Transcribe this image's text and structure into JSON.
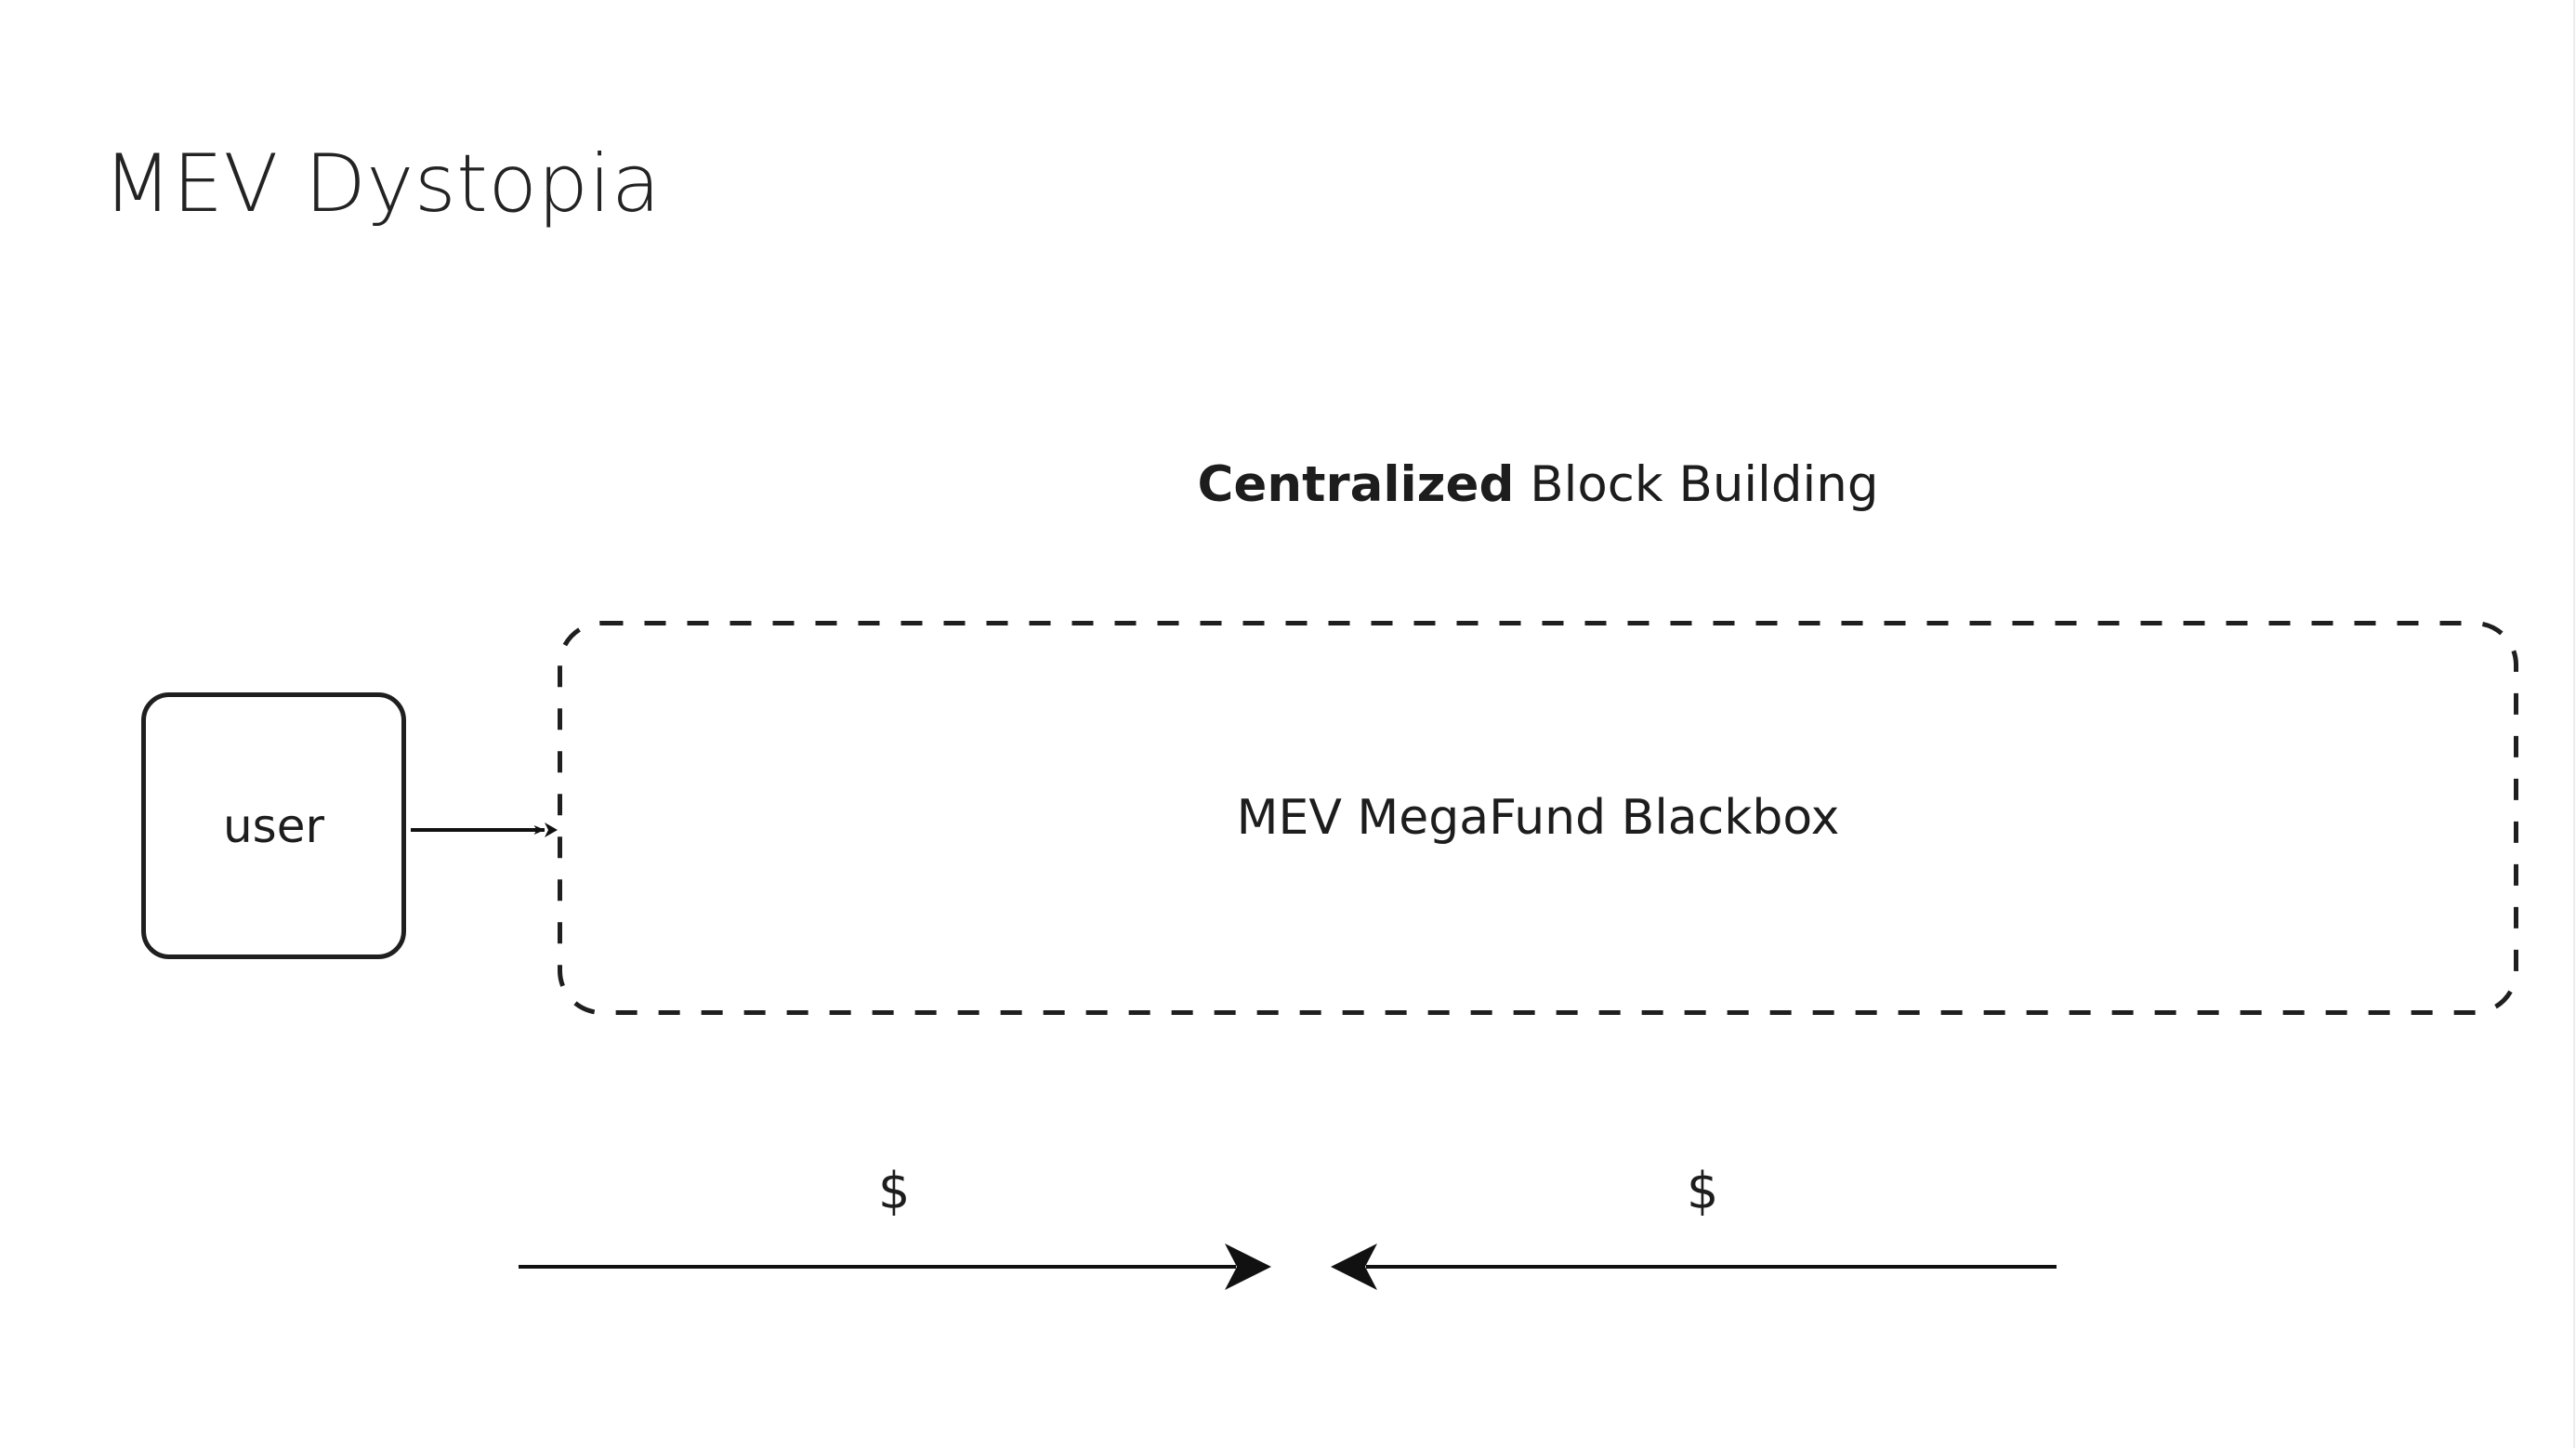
{
  "slide": {
    "title": "MEV Dystopia",
    "background_color": "#ffffff",
    "ink_color": "#1d1d1d"
  },
  "diagram": {
    "caption": {
      "emphasis": "Centralized",
      "rest": " Block Building"
    },
    "nodes": [
      {
        "id": "user",
        "label": "user",
        "shape": "rounded-rectangle",
        "border_style": "solid"
      },
      {
        "id": "blackbox",
        "label": "MEV MegaFund Blackbox",
        "shape": "rounded-rectangle",
        "border_style": "dashed"
      }
    ],
    "edges": [
      {
        "id": "user-to-blackbox",
        "from": "user",
        "to": "blackbox",
        "label": "",
        "direction": "right"
      },
      {
        "id": "value-out",
        "from": "user",
        "to": "blackbox",
        "label": "$",
        "direction": "right"
      },
      {
        "id": "value-back",
        "from": "blackbox",
        "to": "user",
        "label": "$",
        "direction": "left"
      }
    ]
  }
}
